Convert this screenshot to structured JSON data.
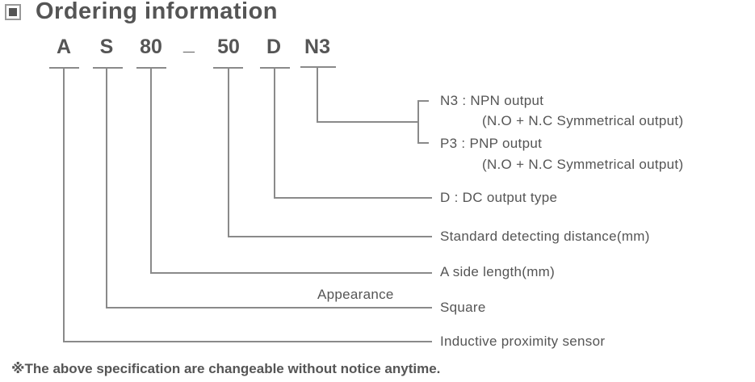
{
  "header": {
    "icon": "filled-square-bullet-icon",
    "title": "Ordering information"
  },
  "code": {
    "segments": [
      "A",
      "S",
      "80",
      "_",
      "50",
      "D",
      "N3"
    ]
  },
  "descriptions": {
    "output": {
      "n3": "N3 : NPN output",
      "n3_detail": "(N.O + N.C Symmetrical output)",
      "p3": "P3 : PNP output",
      "p3_detail": "(N.O + N.C Symmetrical output)"
    },
    "d": "D : DC output type",
    "distance": "Standard detecting distance(mm)",
    "side": "A side length(mm)",
    "appearance_heading": "Appearance",
    "appearance": "Square",
    "type": "Inductive proximity sensor"
  },
  "footnote": "※The above specification are changeable without notice anytime."
}
